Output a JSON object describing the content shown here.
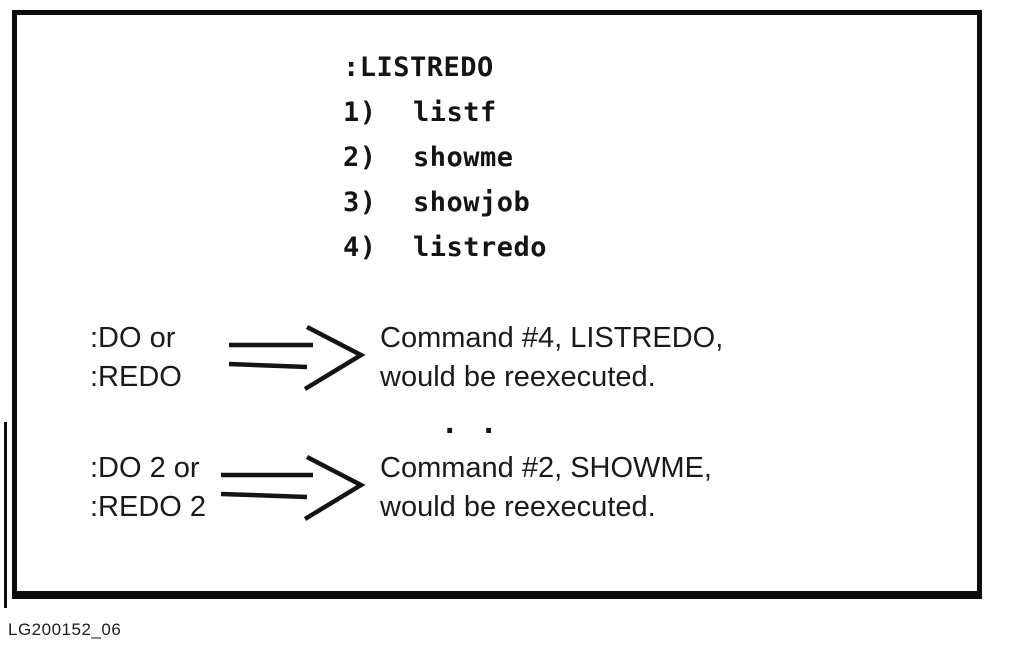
{
  "terminal": {
    "command": ":LISTREDO",
    "lines": [
      {
        "num": "1)",
        "cmd": "listf"
      },
      {
        "num": "2)",
        "cmd": "showme"
      },
      {
        "num": "3)",
        "cmd": "showjob"
      },
      {
        "num": "4)",
        "cmd": "listredo"
      }
    ]
  },
  "examples": [
    {
      "input_line1": ":DO or",
      "input_line2": ":REDO",
      "result_line1": "Command #4, LISTREDO,",
      "result_line2": "would be reexecuted."
    },
    {
      "input_line1": ":DO 2 or",
      "input_line2": ":REDO 2",
      "result_line1": "Command #2, SHOWME,",
      "result_line2": "would be reexecuted."
    }
  ],
  "ellipsis": ". .",
  "caption": "LG200152_06"
}
